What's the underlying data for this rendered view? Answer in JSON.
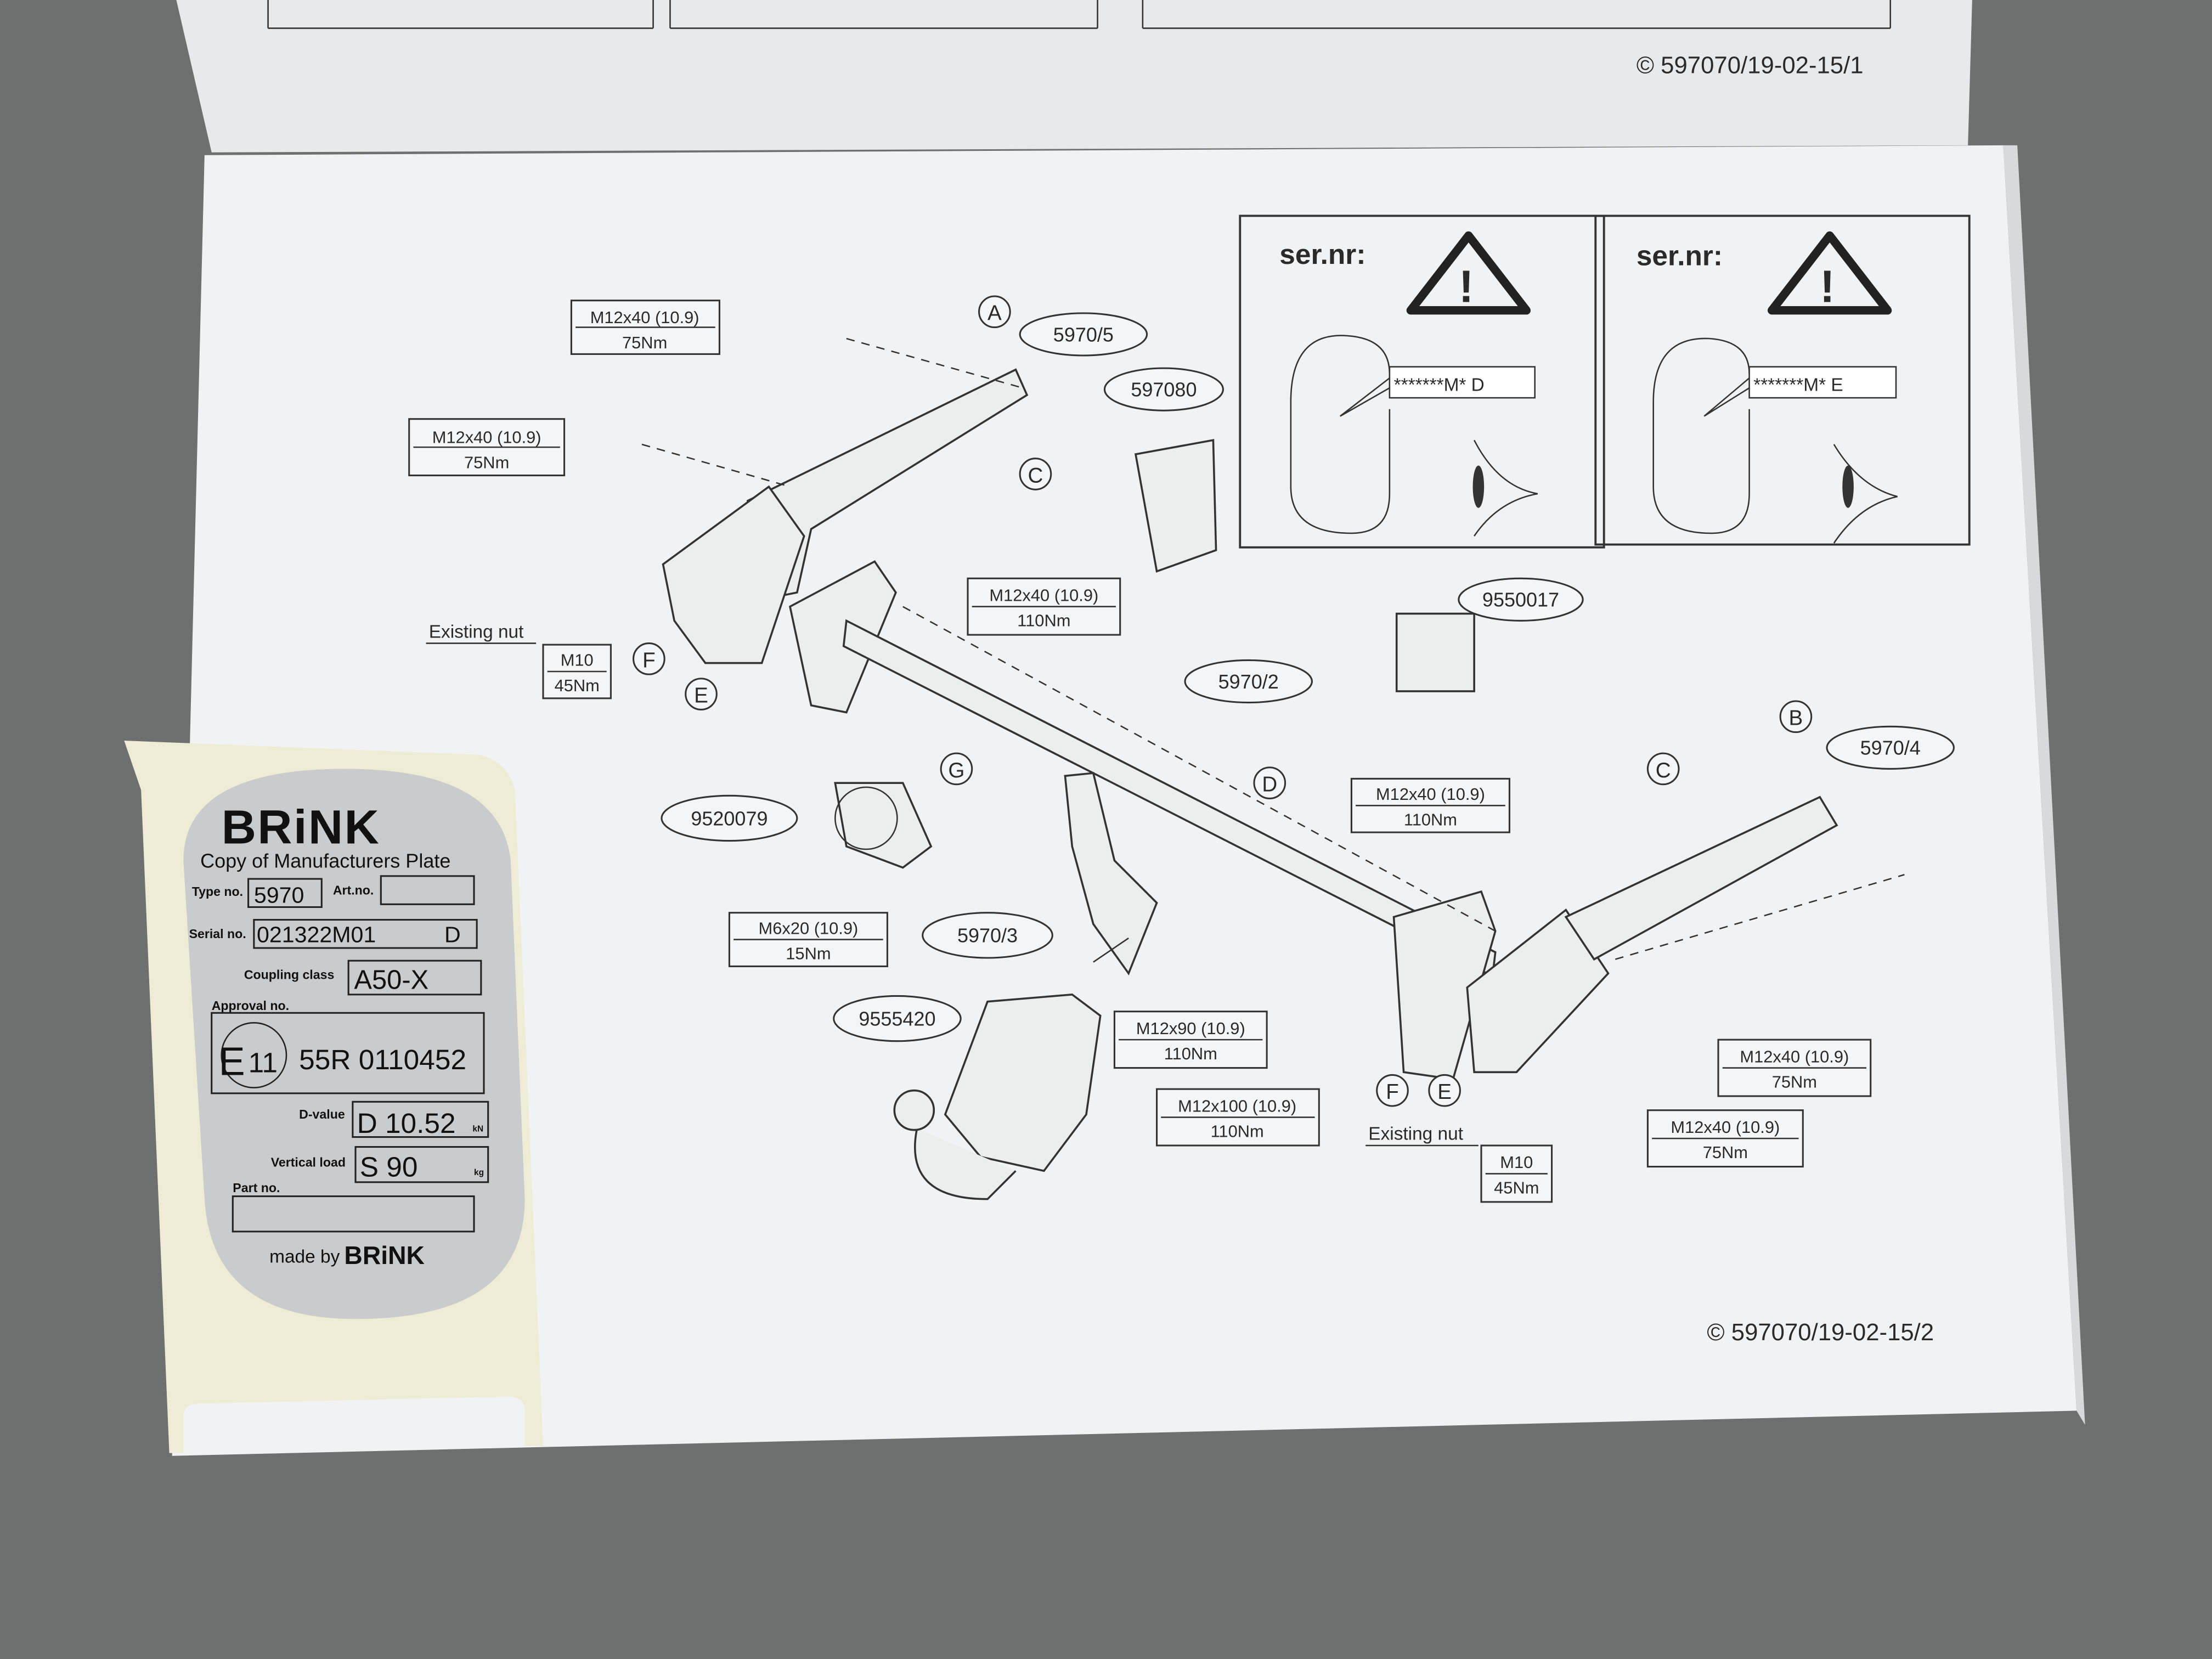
{
  "top_sheet": {
    "copyright": "© 597070/19-02-15/1"
  },
  "main_sheet": {
    "copyright": "© 597070/19-02-15/2",
    "serial_panels": [
      {
        "label": "ser.nr:",
        "code": "*******M* D"
      },
      {
        "label": "ser.nr:",
        "code": "*******M* E"
      }
    ],
    "callouts": [
      {
        "spec": "M12x40 (10.9)",
        "torque": "75Nm"
      },
      {
        "spec": "M12x40 (10.9)",
        "torque": "75Nm"
      },
      {
        "spec": "M10",
        "torque": "45Nm"
      },
      {
        "spec": "M12x40 (10.9)",
        "torque": "110Nm"
      },
      {
        "spec": "M12x40 (10.9)",
        "torque": "110Nm"
      },
      {
        "spec": "M6x20 (10.9)",
        "torque": "15Nm"
      },
      {
        "spec": "M12x90 (10.9)",
        "torque": "110Nm"
      },
      {
        "spec": "M12x100 (10.9)",
        "torque": "110Nm"
      },
      {
        "spec": "M10",
        "torque": "45Nm"
      },
      {
        "spec": "M12x40 (10.9)",
        "torque": "75Nm"
      },
      {
        "spec": "M12x40 (10.9)",
        "torque": "75Nm"
      }
    ],
    "part_numbers": [
      "5970/5",
      "597080",
      "9550017",
      "5970/2",
      "5970/4",
      "9520079",
      "5970/3",
      "9555420"
    ],
    "letters": [
      "A",
      "C",
      "F",
      "E",
      "G",
      "D",
      "B",
      "C",
      "F",
      "E"
    ],
    "existing_nut": "Existing nut"
  },
  "plate": {
    "brand": "BRiNK",
    "title": "Copy of Manufacturers Plate",
    "type_label": "Type no.",
    "type_value": "5970",
    "art_label": "Art.no.",
    "art_value": "",
    "serial_label": "Serial no.",
    "serial_value": "021322M01",
    "serial_suffix": "D",
    "coupling_label": "Coupling class",
    "coupling_value": "A50-X",
    "approval_label": "Approval no.",
    "approval_mark": "E",
    "approval_country": "11",
    "approval_value": "55R 0110452",
    "dvalue_label": "D-value",
    "dvalue_value": "D 10.52",
    "dvalue_unit": "kN",
    "vload_label": "Vertical load",
    "vload_value": "S 90",
    "vload_unit": "kg",
    "part_label": "Part no.",
    "part_value": "",
    "made_by": "made by",
    "made_by_brand": "BRiNK"
  }
}
